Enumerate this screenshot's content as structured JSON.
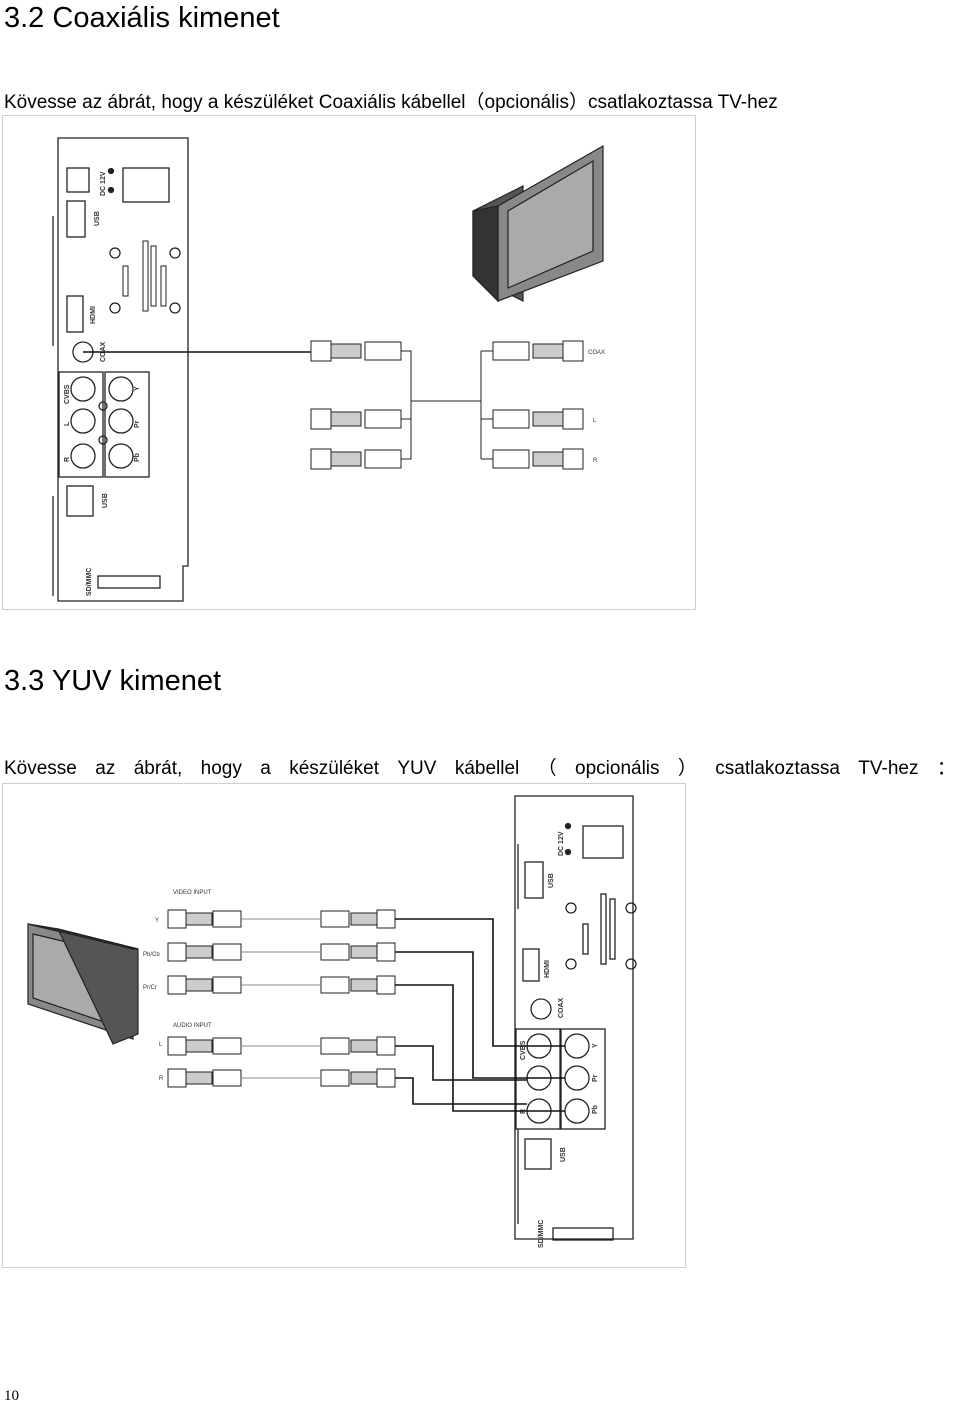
{
  "section1": {
    "title": "3.2 Coaxiális kimenet",
    "text": "Kövesse az ábrát, hogy a készüléket Coaxiális kábellel（opcionális）csatlakoztassa TV-hez"
  },
  "section2": {
    "title": "3.3 YUV kimenet",
    "text_words": [
      "Kövesse",
      "az",
      "ábrát,",
      "hogy",
      "a",
      "készüléket",
      "YUV",
      "kábellel",
      "（",
      "opcionális",
      "）",
      "csatlakoztassa",
      "TV-hez",
      "："
    ]
  },
  "device_labels": {
    "dc": "DC 12V",
    "usb": "USB",
    "hdmi": "HDMI",
    "coax": "COAX",
    "cvbs": "CVBS",
    "l": "L",
    "r": "R",
    "y": "Y",
    "pr": "Pr",
    "pb": "Pb",
    "sd": "SD/MMC"
  },
  "fig1_tv_labels": {
    "coax": "COAX",
    "l": "L",
    "r": "R"
  },
  "fig2_tv_labels": {
    "video_input": "VIDEO INPUT",
    "y": "Y",
    "pb": "Pb/Cb",
    "pr": "Pr/Cr",
    "audio_input": "AUDIO INPUT",
    "l": "L",
    "r": "R"
  },
  "page_number": "10"
}
